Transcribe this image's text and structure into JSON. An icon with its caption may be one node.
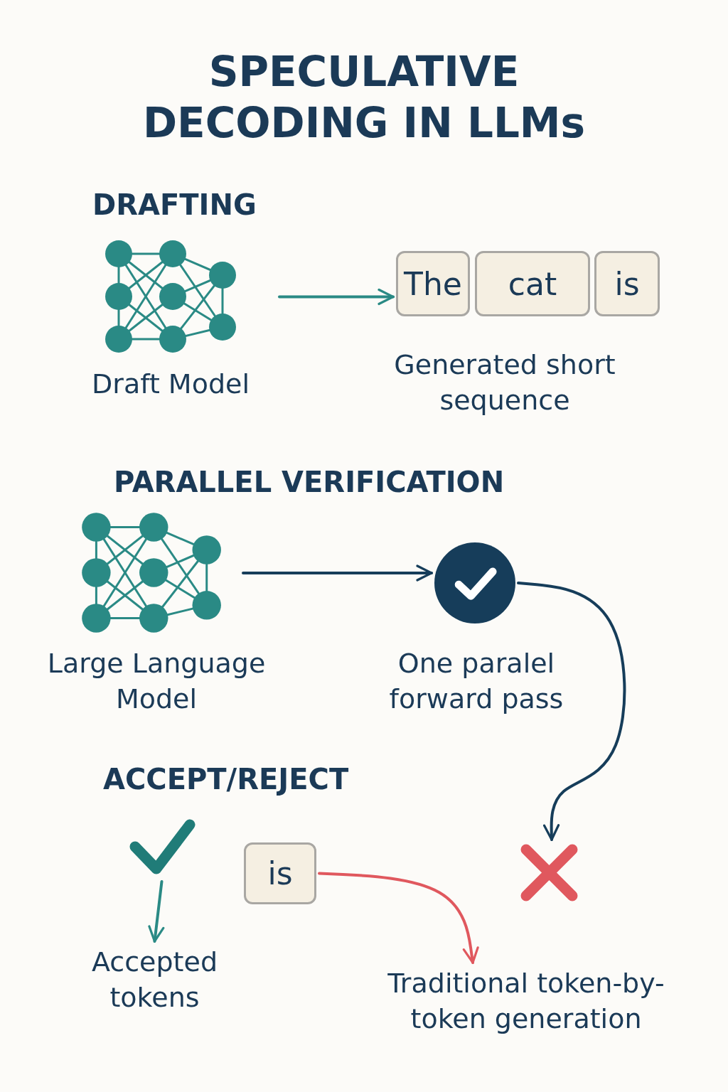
{
  "diagram": {
    "title": "SPECULATIVE DECODING IN LLMs",
    "nodes": [
      {
        "text": [],
        "shape": "picture",
        "beside": [
          "Draft Model"
        ]
      },
      {
        "text": [
          "The"
        ]
      },
      {
        "text": [
          "cat"
        ]
      },
      {
        "text": [
          "is"
        ]
      },
      {
        "text": [],
        "shape": "picture",
        "beside": [
          "Large Language Model"
        ]
      },
      {
        "text": [],
        "shape": "circle",
        "beside": [
          "One paralel forward pass"
        ]
      },
      {
        "text": [],
        "shape": "cross"
      },
      {
        "text": [],
        "shape": "check"
      },
      {
        "text": [
          "Accepted tokens"
        ]
      },
      {
        "text": [
          "is"
        ]
      },
      {
        "text": [
          "Traditional token-by-token generation"
        ]
      }
    ],
    "edges": [
      {
        "from": 0,
        "to": 1,
        "arrow": "to",
        "color": "#2a8a85"
      },
      {
        "from": 4,
        "to": 5,
        "arrow": "to"
      },
      {
        "from": 5,
        "to": 6,
        "arrow": "to"
      },
      {
        "from": 7,
        "to": 8,
        "arrow": "to",
        "color": "#2a8a85"
      },
      {
        "from": 9,
        "to": 10,
        "arrow": "to",
        "color": "#e0585e"
      }
    ],
    "labels": [
      "DRAFTING",
      "Generated short sequence",
      "PARALLEL VERIFICATION",
      "ACCEPT/REJECT"
    ]
  }
}
